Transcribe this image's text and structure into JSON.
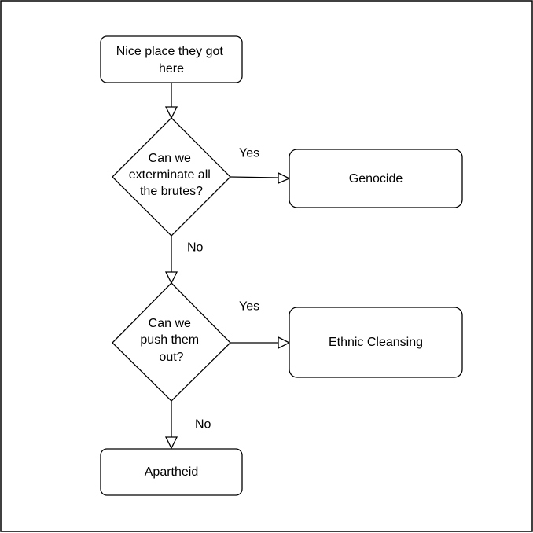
{
  "diagram": {
    "nodes": {
      "start": {
        "lines": [
          "Nice place they got",
          "here"
        ]
      },
      "q1": {
        "lines": [
          "Can we",
          "exterminate all",
          "the brutes?"
        ]
      },
      "genocide": {
        "lines": [
          "Genocide"
        ]
      },
      "q2": {
        "lines": [
          "Can we",
          "push them",
          "out?"
        ]
      },
      "ethnic": {
        "lines": [
          "Ethnic Cleansing"
        ]
      },
      "apartheid": {
        "lines": [
          "Apartheid"
        ]
      }
    },
    "edges": {
      "q1_yes": "Yes",
      "q1_no": "No",
      "q2_yes": "Yes",
      "q2_no": "No"
    }
  }
}
